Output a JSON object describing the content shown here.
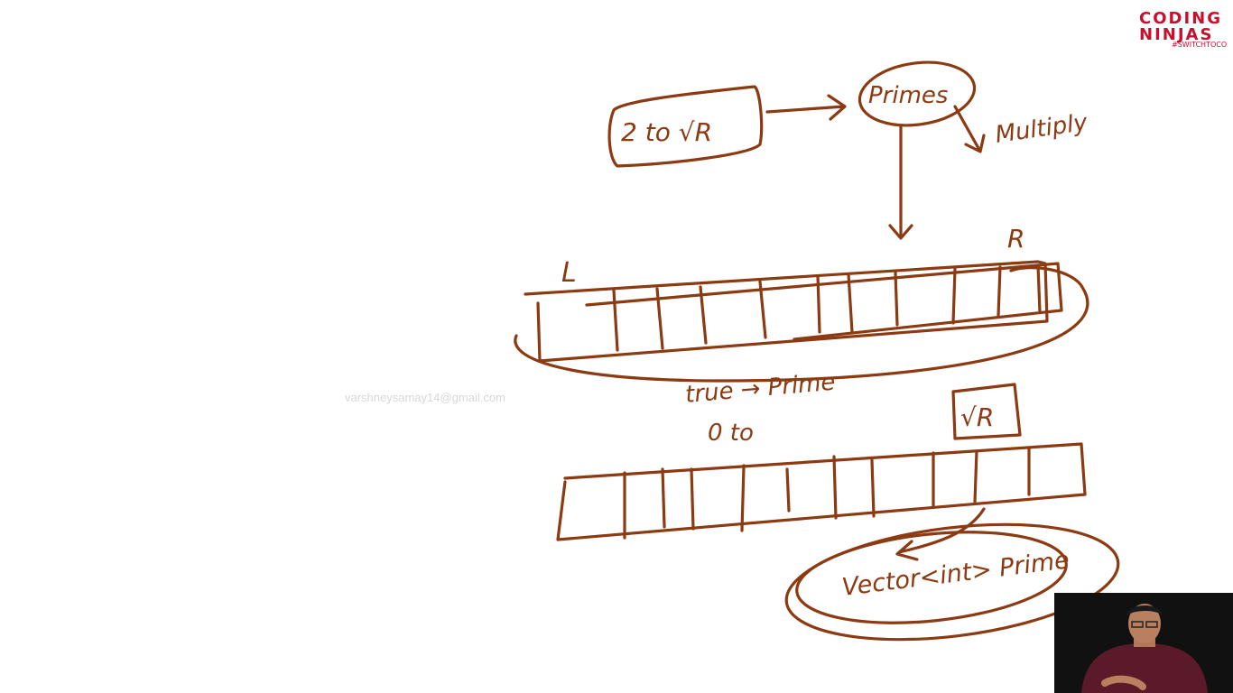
{
  "brand": {
    "line1": "CODING",
    "line2": "NINJAS",
    "tagline": "#SWITCHTOCODE",
    "color": "#c8102e"
  },
  "watermark": "varshneysamay14@gmail.com",
  "ink_color": "#8b3a12",
  "whiteboard": {
    "range_box": "2 to √R",
    "primes_bubble": "Primes",
    "multiply": "Multiply",
    "label_r": "R",
    "label_l": "L",
    "true_prime": "true → Prime",
    "zero_to": "0 to",
    "sqrt_r_box": "√R",
    "vector_bubble": "Vector<int> Prime"
  }
}
